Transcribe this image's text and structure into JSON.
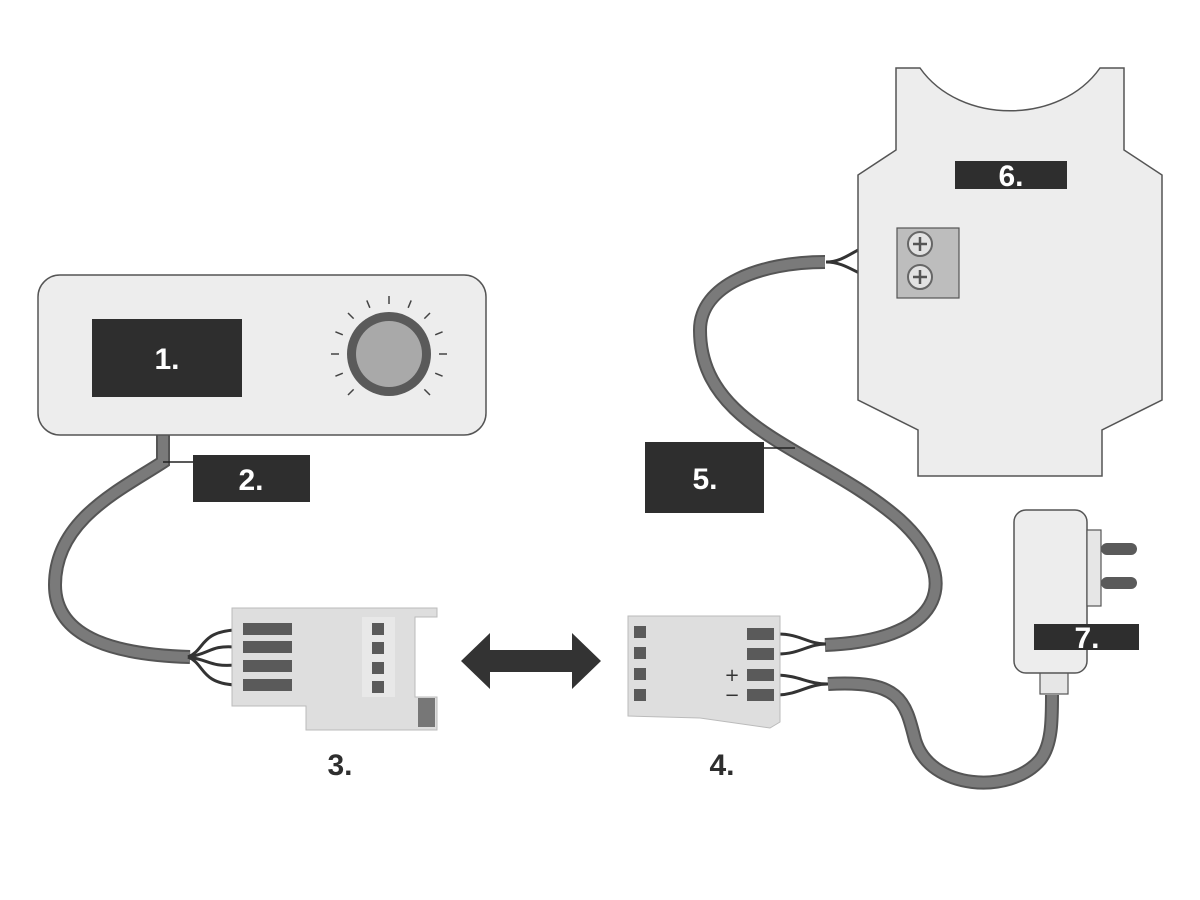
{
  "labels": {
    "controller": "1.",
    "controller_cable": "2.",
    "connector_male": "3.",
    "connector_female": "4.",
    "motor_cable": "5.",
    "motor_unit": "6.",
    "power_adapter": "7."
  },
  "polarity": {
    "plus": "+",
    "minus": "−"
  },
  "colors": {
    "body_fill": "#ededed",
    "outline": "#555555",
    "label_box": "#2e2e2e",
    "cable": "#7a7a7a",
    "connector": "#dedede",
    "pins": "#5a5a5a"
  },
  "icons": {
    "adjust_knob": "knob-icon",
    "bidirectional_arrow": "double-arrow-icon",
    "screw_terminal": "screw-terminal-icon",
    "wall_plug": "plug-prongs-icon"
  }
}
